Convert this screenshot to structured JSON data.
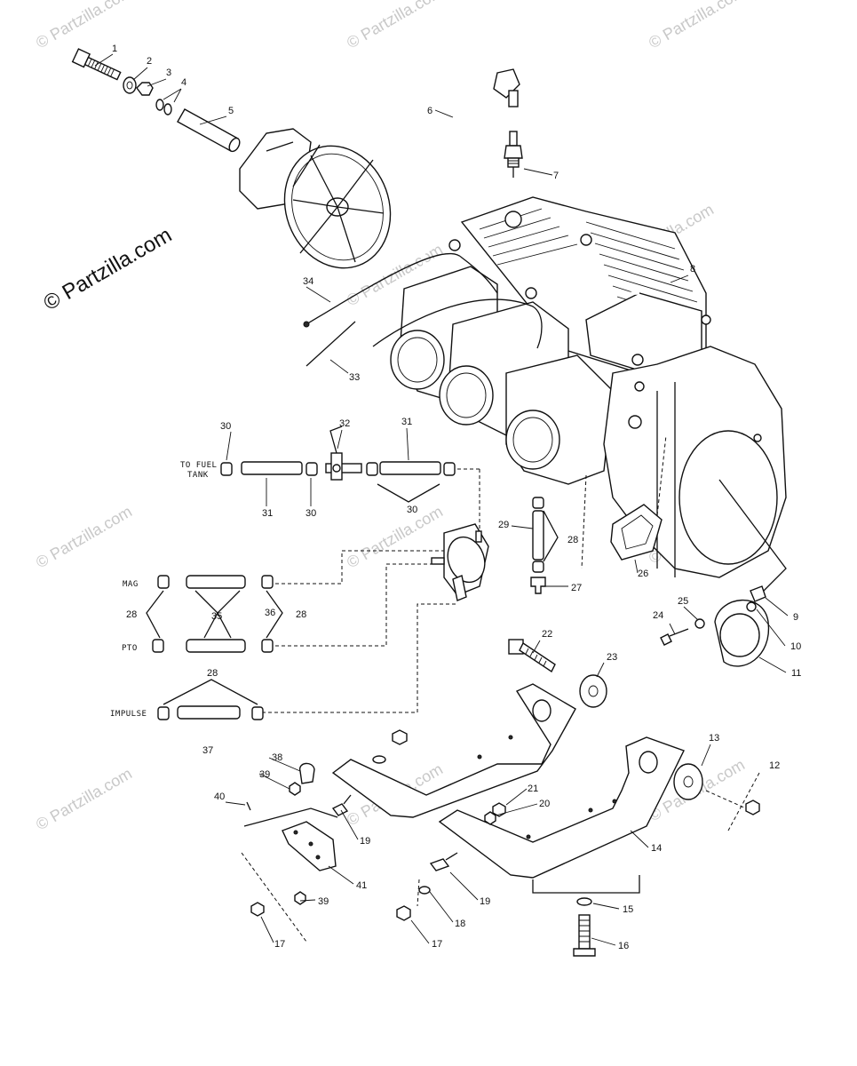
{
  "watermark": {
    "text": "© Partzilla.com",
    "main_text": "© Partzilla.com"
  },
  "labels": {
    "to_fuel_tank_1": "TO FUEL",
    "to_fuel_tank_2": "TANK",
    "mag": "MAG",
    "pto": "PTO",
    "impulse": "IMPULSE"
  },
  "callouts": {
    "c1": "1",
    "c2": "2",
    "c3": "3",
    "c4": "4",
    "c5": "5",
    "c6": "6",
    "c7": "7",
    "c8": "8",
    "c9": "9",
    "c10": "10",
    "c11": "11",
    "c12": "12",
    "c13": "13",
    "c14": "14",
    "c15": "15",
    "c16": "16",
    "c17": "17",
    "c18": "18",
    "c19": "19",
    "c20": "20",
    "c21": "21",
    "c22": "22",
    "c23": "23",
    "c24": "24",
    "c25": "25",
    "c26": "26",
    "c27": "27",
    "c28": "28",
    "c29": "29",
    "c30": "30",
    "c31": "31",
    "c32": "32",
    "c33": "33",
    "c34": "34",
    "c35": "35",
    "c36": "36",
    "c37": "37",
    "c38": "38",
    "c39": "39",
    "c40": "40",
    "c41": "41"
  }
}
